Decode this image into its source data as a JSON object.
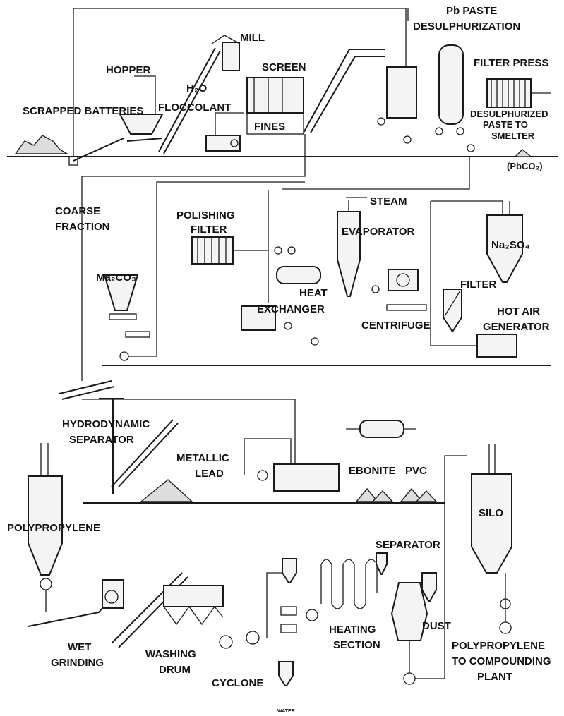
{
  "labels": {
    "scrapped_batteries": "SCRAPPED BATTERIES",
    "hopper": "HOPPER",
    "h2o": "H₂O",
    "mill": "MILL",
    "screen": "SCREEN",
    "flocculant": "FLOCCOLANT",
    "fines": "FINES",
    "pb_paste": "Pb PASTE",
    "desulphurization": "DESULPHURIZATION",
    "filter_press": "FILTER PRESS",
    "desulphurized": "DESULPHURIZED",
    "paste_to": "PASTE TO",
    "smelter": "SMELTER",
    "pbco2": "(PbCO₂)",
    "coarse": "COARSE",
    "fraction": "FRACTION",
    "steam": "STEAM",
    "polishing": "POLISHING",
    "filter_word": "FILTER",
    "evaporator": "EVAPORATOR",
    "na2so4": "Na₂SO₄",
    "ma2co3": "Ma₂CO₃",
    "heat": "HEAT",
    "exchanger": "EXCHANGER",
    "filter2": "FILTER",
    "hot_air": "HOT AIR",
    "generator": "GENERATOR",
    "centrifuge": "CENTRIFUGE",
    "hydrodynamic": "HYDRODYNAMIC",
    "separator": "SEPARATOR",
    "metallic": "METALLIC",
    "lead": "LEAD",
    "ebonite": "EBONITE",
    "pvc": "PVC",
    "silo": "SILO",
    "polypropylene": "POLYPROPYLENE",
    "separator2": "SEPARATOR",
    "dust": "DUST",
    "heating": "HEATING",
    "section": "SECTION",
    "wet": "WET",
    "grinding": "GRINDING",
    "washing": "WASHING",
    "drum": "DRUM",
    "cyclone": "CYCLONE",
    "water": "WATER",
    "pp_to": "POLYPROPYLENE",
    "to_compounding": "TO COMPOUNDING",
    "plant": "PLANT"
  }
}
